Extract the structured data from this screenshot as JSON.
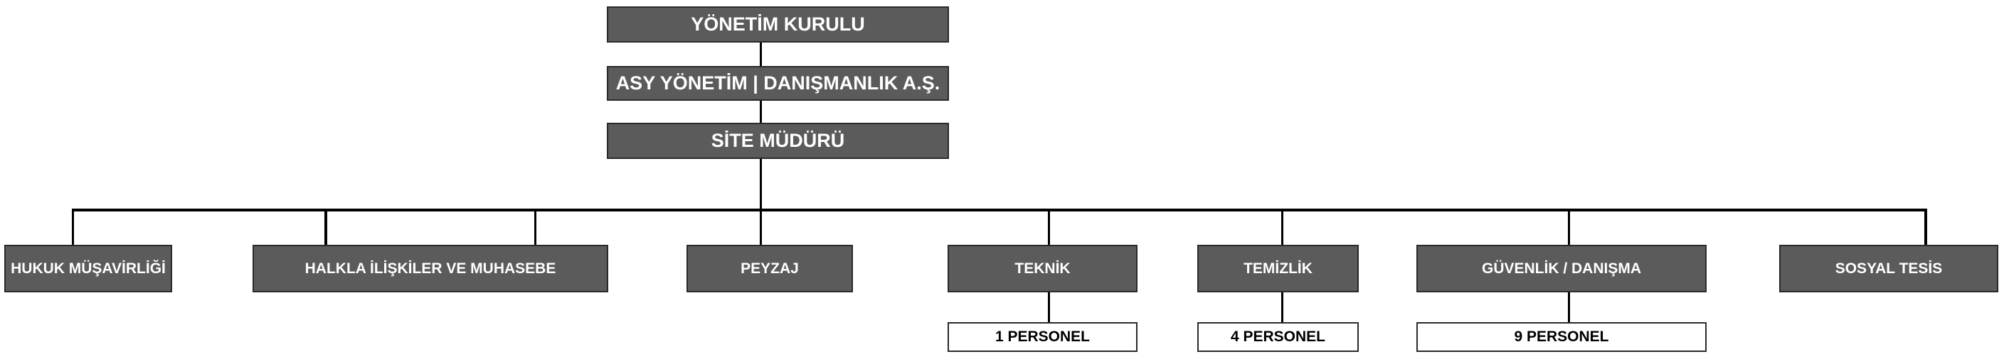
{
  "top_chain": [
    {
      "label": "YÖNETİM KURULU"
    },
    {
      "label": "ASY YÖNETİM | DANIŞMANLIK A.Ş."
    },
    {
      "label": "SİTE MÜDÜRÜ"
    }
  ],
  "departments": [
    {
      "label": "HUKUK MÜŞAVİRLİĞİ"
    },
    {
      "label": "HALKLA İLİŞKİLER VE MUHASEBE"
    },
    {
      "label": "PEYZAJ"
    },
    {
      "label": "TEKNİK",
      "staff": "1 PERSONEL"
    },
    {
      "label": "TEMİZLİK",
      "staff": "4 PERSONEL"
    },
    {
      "label": "GÜVENLİK / DANIŞMA",
      "staff": "9 PERSONEL"
    },
    {
      "label": "SOSYAL TESİS"
    }
  ],
  "colors": {
    "box_fill": "#5b5b5b",
    "box_text": "#ffffff",
    "staff_fill": "#ffffff",
    "line": "#000000"
  }
}
